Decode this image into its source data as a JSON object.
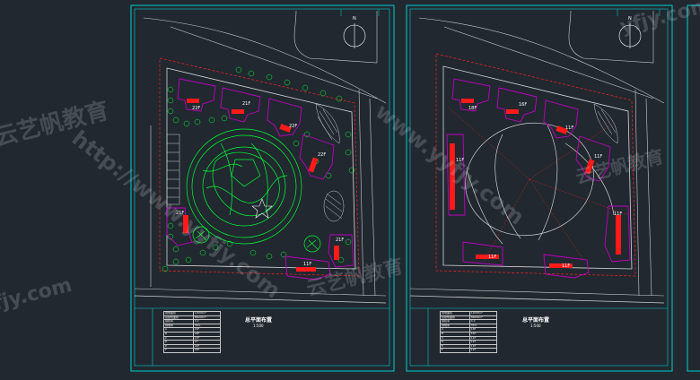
{
  "watermark": {
    "brand": "云艺帆教育",
    "domain_a": "http://www.yyfjy.com",
    "domain_b": "yfjy.com",
    "domain_c": "www.yyfjy.com"
  },
  "sheets": [
    {
      "id": "left",
      "title": "总平面布置",
      "scale": "1:500",
      "north": "N",
      "floors": [
        "22F",
        "21F",
        "22F",
        "22F",
        "21F",
        "21F",
        "11F"
      ],
      "table": {
        "rows": [
          [
            "用地面积",
            "12000m²"
          ],
          [
            "总建筑面积",
            "86000m²"
          ],
          [
            "容积率",
            "4.2"
          ],
          [
            "绿地率",
            "35%"
          ],
          [
            "A",
            "21F"
          ],
          [
            "B",
            "22F"
          ],
          [
            "C",
            "11F"
          ],
          [
            "D",
            "1F"
          ],
          [
            "E",
            "21F"
          ],
          [
            "F",
            "22F"
          ]
        ]
      }
    },
    {
      "id": "right",
      "title": "总平面布置",
      "scale": "1:500",
      "north": "N",
      "floors": [
        "18F",
        "16F",
        "11F",
        "11F",
        "11F",
        "11F",
        "11F",
        "11F"
      ],
      "table": {
        "rows": [
          [
            "用地面积",
            "12000m²"
          ],
          [
            "总建筑面积",
            "86000m²"
          ],
          [
            "容积率",
            "4.2"
          ],
          [
            "绿地率",
            "35%"
          ],
          [
            "A",
            "18F"
          ],
          [
            "B",
            "16F"
          ],
          [
            "C",
            "11F"
          ],
          [
            "D",
            "11F"
          ],
          [
            "E",
            "11F"
          ],
          [
            "F",
            "11F"
          ]
        ]
      }
    }
  ],
  "colors": {
    "background": "#212830",
    "frame": "#00cfd0",
    "site": "#d9d9d9",
    "building": "#c000c0",
    "highlight": "#ff1a1a",
    "landscape": "#00ff33",
    "text": "#ffffff"
  }
}
